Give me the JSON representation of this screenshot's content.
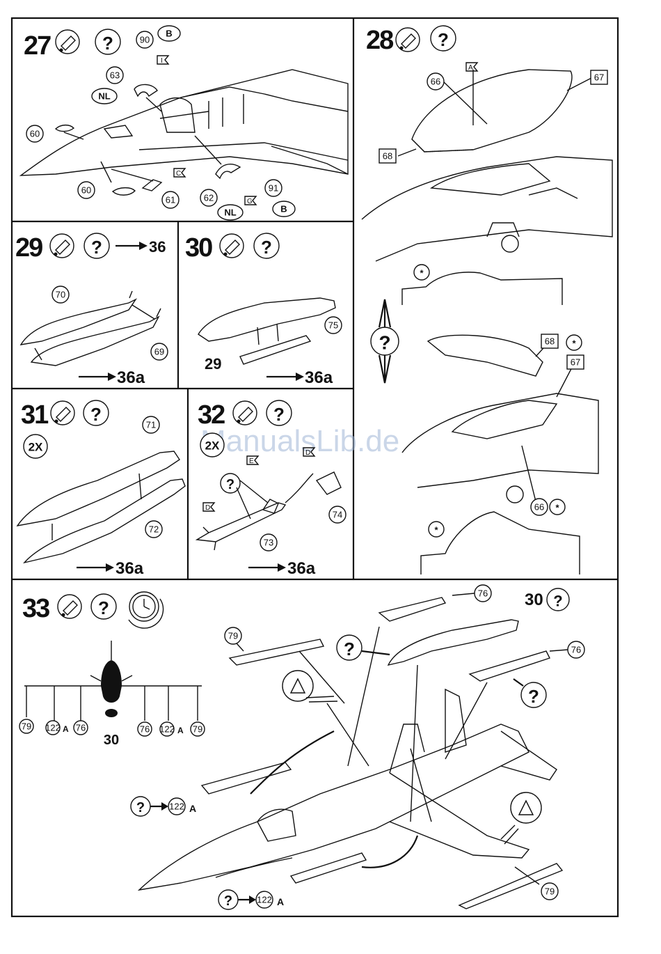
{
  "watermark": "ManualsLib.de",
  "steps": [
    {
      "number": "27",
      "callouts": [
        "90",
        "63",
        "60",
        "60",
        "61",
        "62",
        "91"
      ],
      "flags": [
        "B",
        "NL",
        "NL",
        "B"
      ],
      "decal_letters": [
        "I",
        "C",
        "G"
      ]
    },
    {
      "number": "28",
      "callouts": [
        "66",
        "67",
        "68",
        "68",
        "67",
        "66"
      ],
      "decal_letters": [
        "A"
      ]
    },
    {
      "number": "29",
      "arrow_to": "36",
      "callouts": [
        "70",
        "69"
      ],
      "target": "36a"
    },
    {
      "number": "30",
      "callouts": [
        "75"
      ],
      "part_label": "29",
      "target": "36a"
    },
    {
      "number": "31",
      "multiplier": "2X",
      "callouts": [
        "71",
        "72"
      ],
      "target": "36a"
    },
    {
      "number": "32",
      "multiplier": "2X",
      "callouts": [
        "74",
        "73"
      ],
      "decal_letters": [
        "E",
        "D",
        "D"
      ],
      "target": "36a"
    },
    {
      "number": "33",
      "callouts": [
        "76",
        "79",
        "76",
        "79",
        "122",
        "122"
      ],
      "ref_step": "30",
      "suffix": "A"
    }
  ],
  "labels": {
    "s27": "27",
    "s28": "28",
    "s29": "29",
    "s30": "30",
    "s31": "31",
    "s32": "32",
    "s33": "33",
    "t29_arrow": "36",
    "t29": "36a",
    "t30": "36a",
    "t31": "36a",
    "t32": "36a",
    "p29": "29",
    "x31": "2X",
    "x32": "2X",
    "r33": "30",
    "lineup30": "30",
    "q": "?",
    "a": "A",
    "flagB1": "B",
    "flagNL1": "NL",
    "flagNL2": "NL",
    "flagB2": "B",
    "c90": "90",
    "c63": "63",
    "c60a": "60",
    "c60b": "60",
    "c61": "61",
    "c62": "62",
    "c91": "91",
    "c66a": "66",
    "c67a": "67",
    "c68a": "68",
    "c68b": "68",
    "c67b": "67",
    "c66b": "66",
    "c70": "70",
    "c69": "69",
    "c75": "75",
    "c71": "71",
    "c72": "72",
    "c74": "74",
    "c73": "73",
    "c76a": "76",
    "c79a": "79",
    "c76b": "76",
    "c79b": "79",
    "c122a": "122",
    "c122b": "122",
    "l79a": "79",
    "l122a": "122",
    "l76a": "76",
    "l76b": "76",
    "l122b": "122",
    "l79b": "79",
    "dI": "I",
    "dC": "C",
    "dG": "G",
    "dA": "A",
    "dE": "E",
    "dD1": "D",
    "dD2": "D"
  }
}
